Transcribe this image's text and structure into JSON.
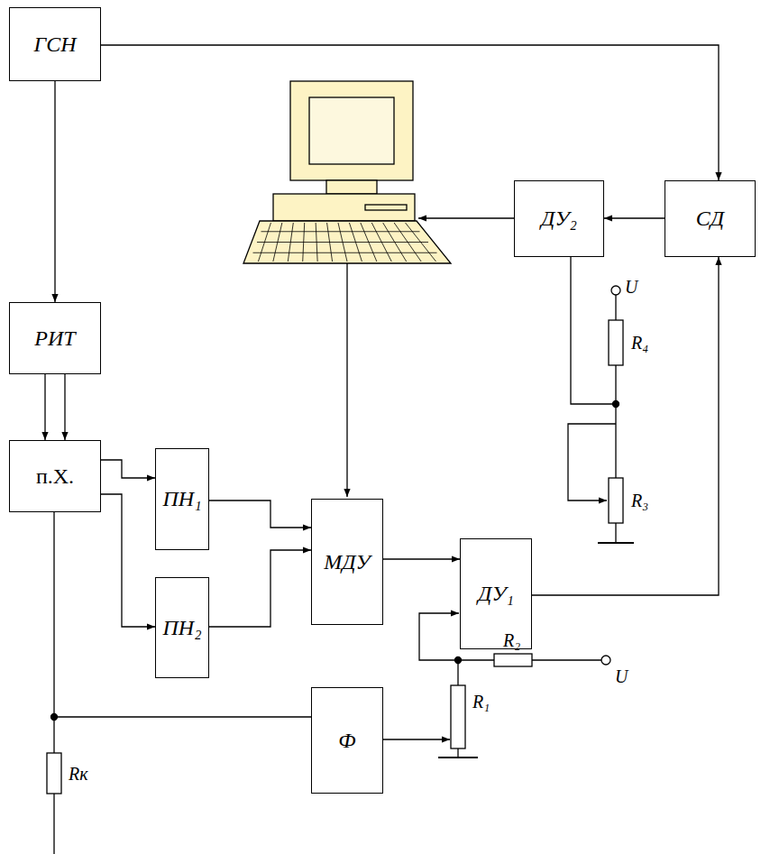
{
  "diagram": {
    "nodes": [
      {
        "text": [
          "ГСН"
        ]
      },
      {
        "text": [
          "ДУ₂"
        ]
      },
      {
        "text": [
          "СД"
        ]
      },
      {
        "text": [
          "РИТ"
        ]
      },
      {
        "text": [
          "п.Х."
        ]
      },
      {
        "text": [
          "ПН₁"
        ]
      },
      {
        "text": [
          "МДУ"
        ]
      },
      {
        "text": [
          "ДУ₁"
        ]
      },
      {
        "text": [
          "ПН₂"
        ]
      },
      {
        "text": [
          "Ф"
        ]
      }
    ],
    "edges": [
      {
        "from": 0,
        "to": 3,
        "arrow": "to"
      },
      {
        "from": 0,
        "to": 2,
        "arrow": "to"
      },
      {
        "from": 3,
        "to": 4,
        "arrow": "to"
      },
      {
        "from": 3,
        "to": 4,
        "arrow": "to"
      },
      {
        "from": 4,
        "to": 5,
        "arrow": "to"
      },
      {
        "from": 4,
        "to": 8,
        "arrow": "to"
      },
      {
        "from": 5,
        "to": 6,
        "arrow": "to"
      },
      {
        "from": 8,
        "to": 6,
        "arrow": "to"
      },
      {
        "from": 6,
        "to": 7,
        "arrow": "to"
      },
      {
        "from": 7,
        "to": 2,
        "arrow": "to"
      },
      {
        "from": 2,
        "to": 1,
        "arrow": "to"
      },
      {
        "from": 4,
        "to": 9,
        "arrow": "none"
      }
    ],
    "labels": [
      "U",
      "R₄",
      "R₃",
      "U",
      "R₂",
      "R₁",
      "Rк"
    ]
  }
}
